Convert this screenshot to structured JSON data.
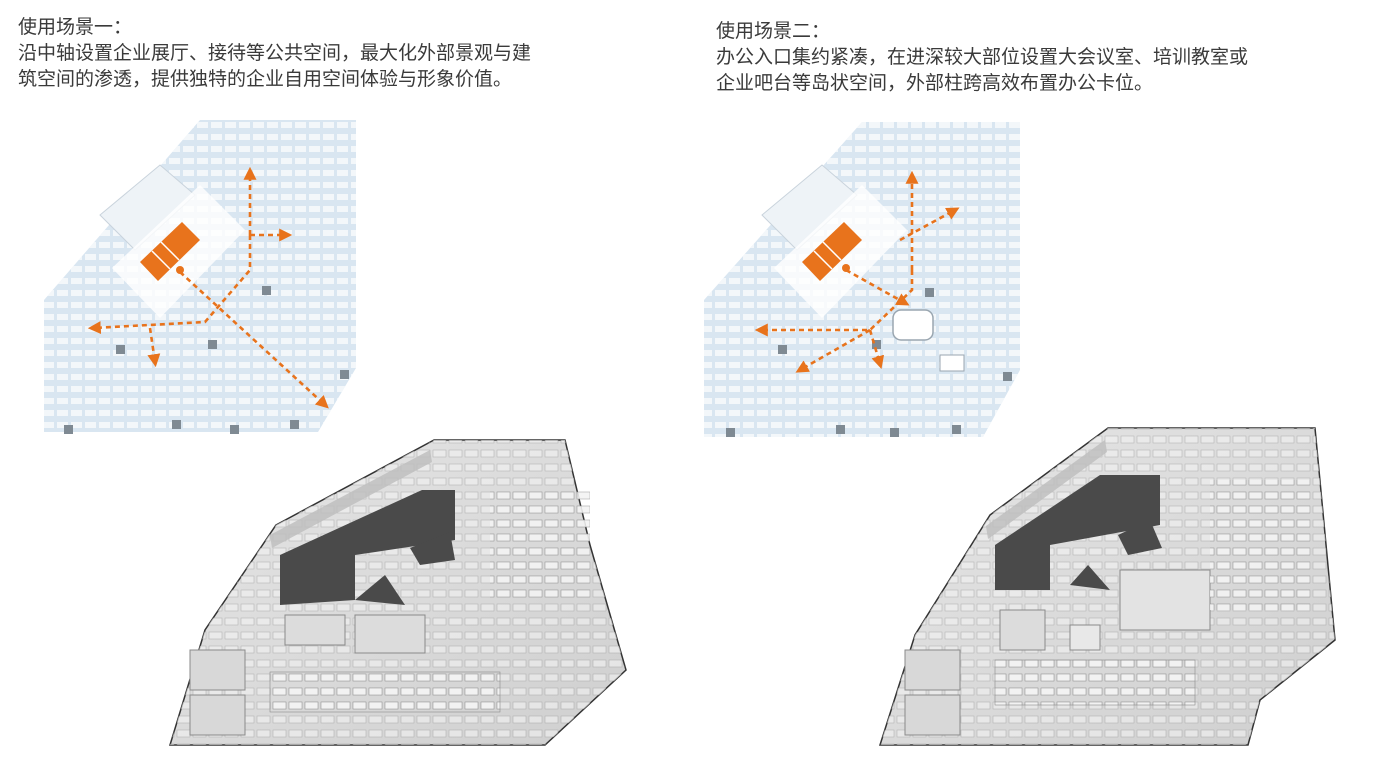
{
  "scenario_1": {
    "label": "使用场景一：",
    "lines": [
      "沿中轴设置企业展厅、接待等公共空间，最大化外部景观与建",
      "筑空间的渗透，提供独特的企业自用空间体验与形象价值。"
    ]
  },
  "scenario_2": {
    "label": "使用场景二：",
    "lines": [
      "办公入口集约紧凑，在进深较大部位设置大会议室、培训教室或",
      "企业吧台等岛状空间，外部柱跨高效布置办公卡位。"
    ]
  },
  "colors": {
    "accent_orange": "#e8731c",
    "plan_blue": "#d9e6f1",
    "core_dark": "#4a4a4a",
    "text": "#3a3a3a"
  }
}
